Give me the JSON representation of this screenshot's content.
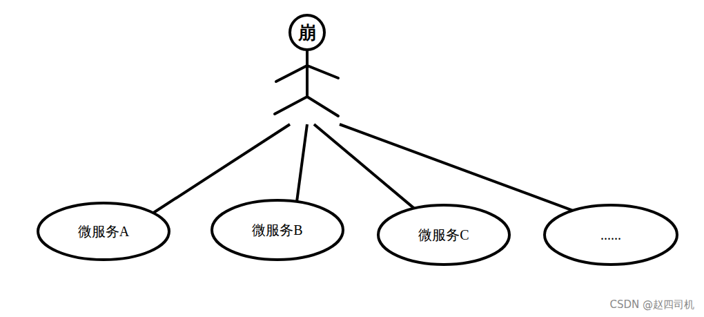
{
  "diagram": {
    "nodes": [
      {
        "text": [
          "崩"
        ]
      },
      {
        "text": [
          "微服务A"
        ]
      },
      {
        "text": [
          "微服务B"
        ]
      },
      {
        "text": [
          "微服务C"
        ]
      },
      {
        "text": [
          "......"
        ]
      }
    ],
    "edges": [
      {
        "from": 0,
        "to": 1,
        "arrow": "none"
      },
      {
        "from": 0,
        "to": 2,
        "arrow": "none"
      },
      {
        "from": 0,
        "to": 3,
        "arrow": "none"
      },
      {
        "from": 0,
        "to": 4,
        "arrow": "none"
      }
    ],
    "labels": [
      "CSDN @赵四司机"
    ]
  }
}
